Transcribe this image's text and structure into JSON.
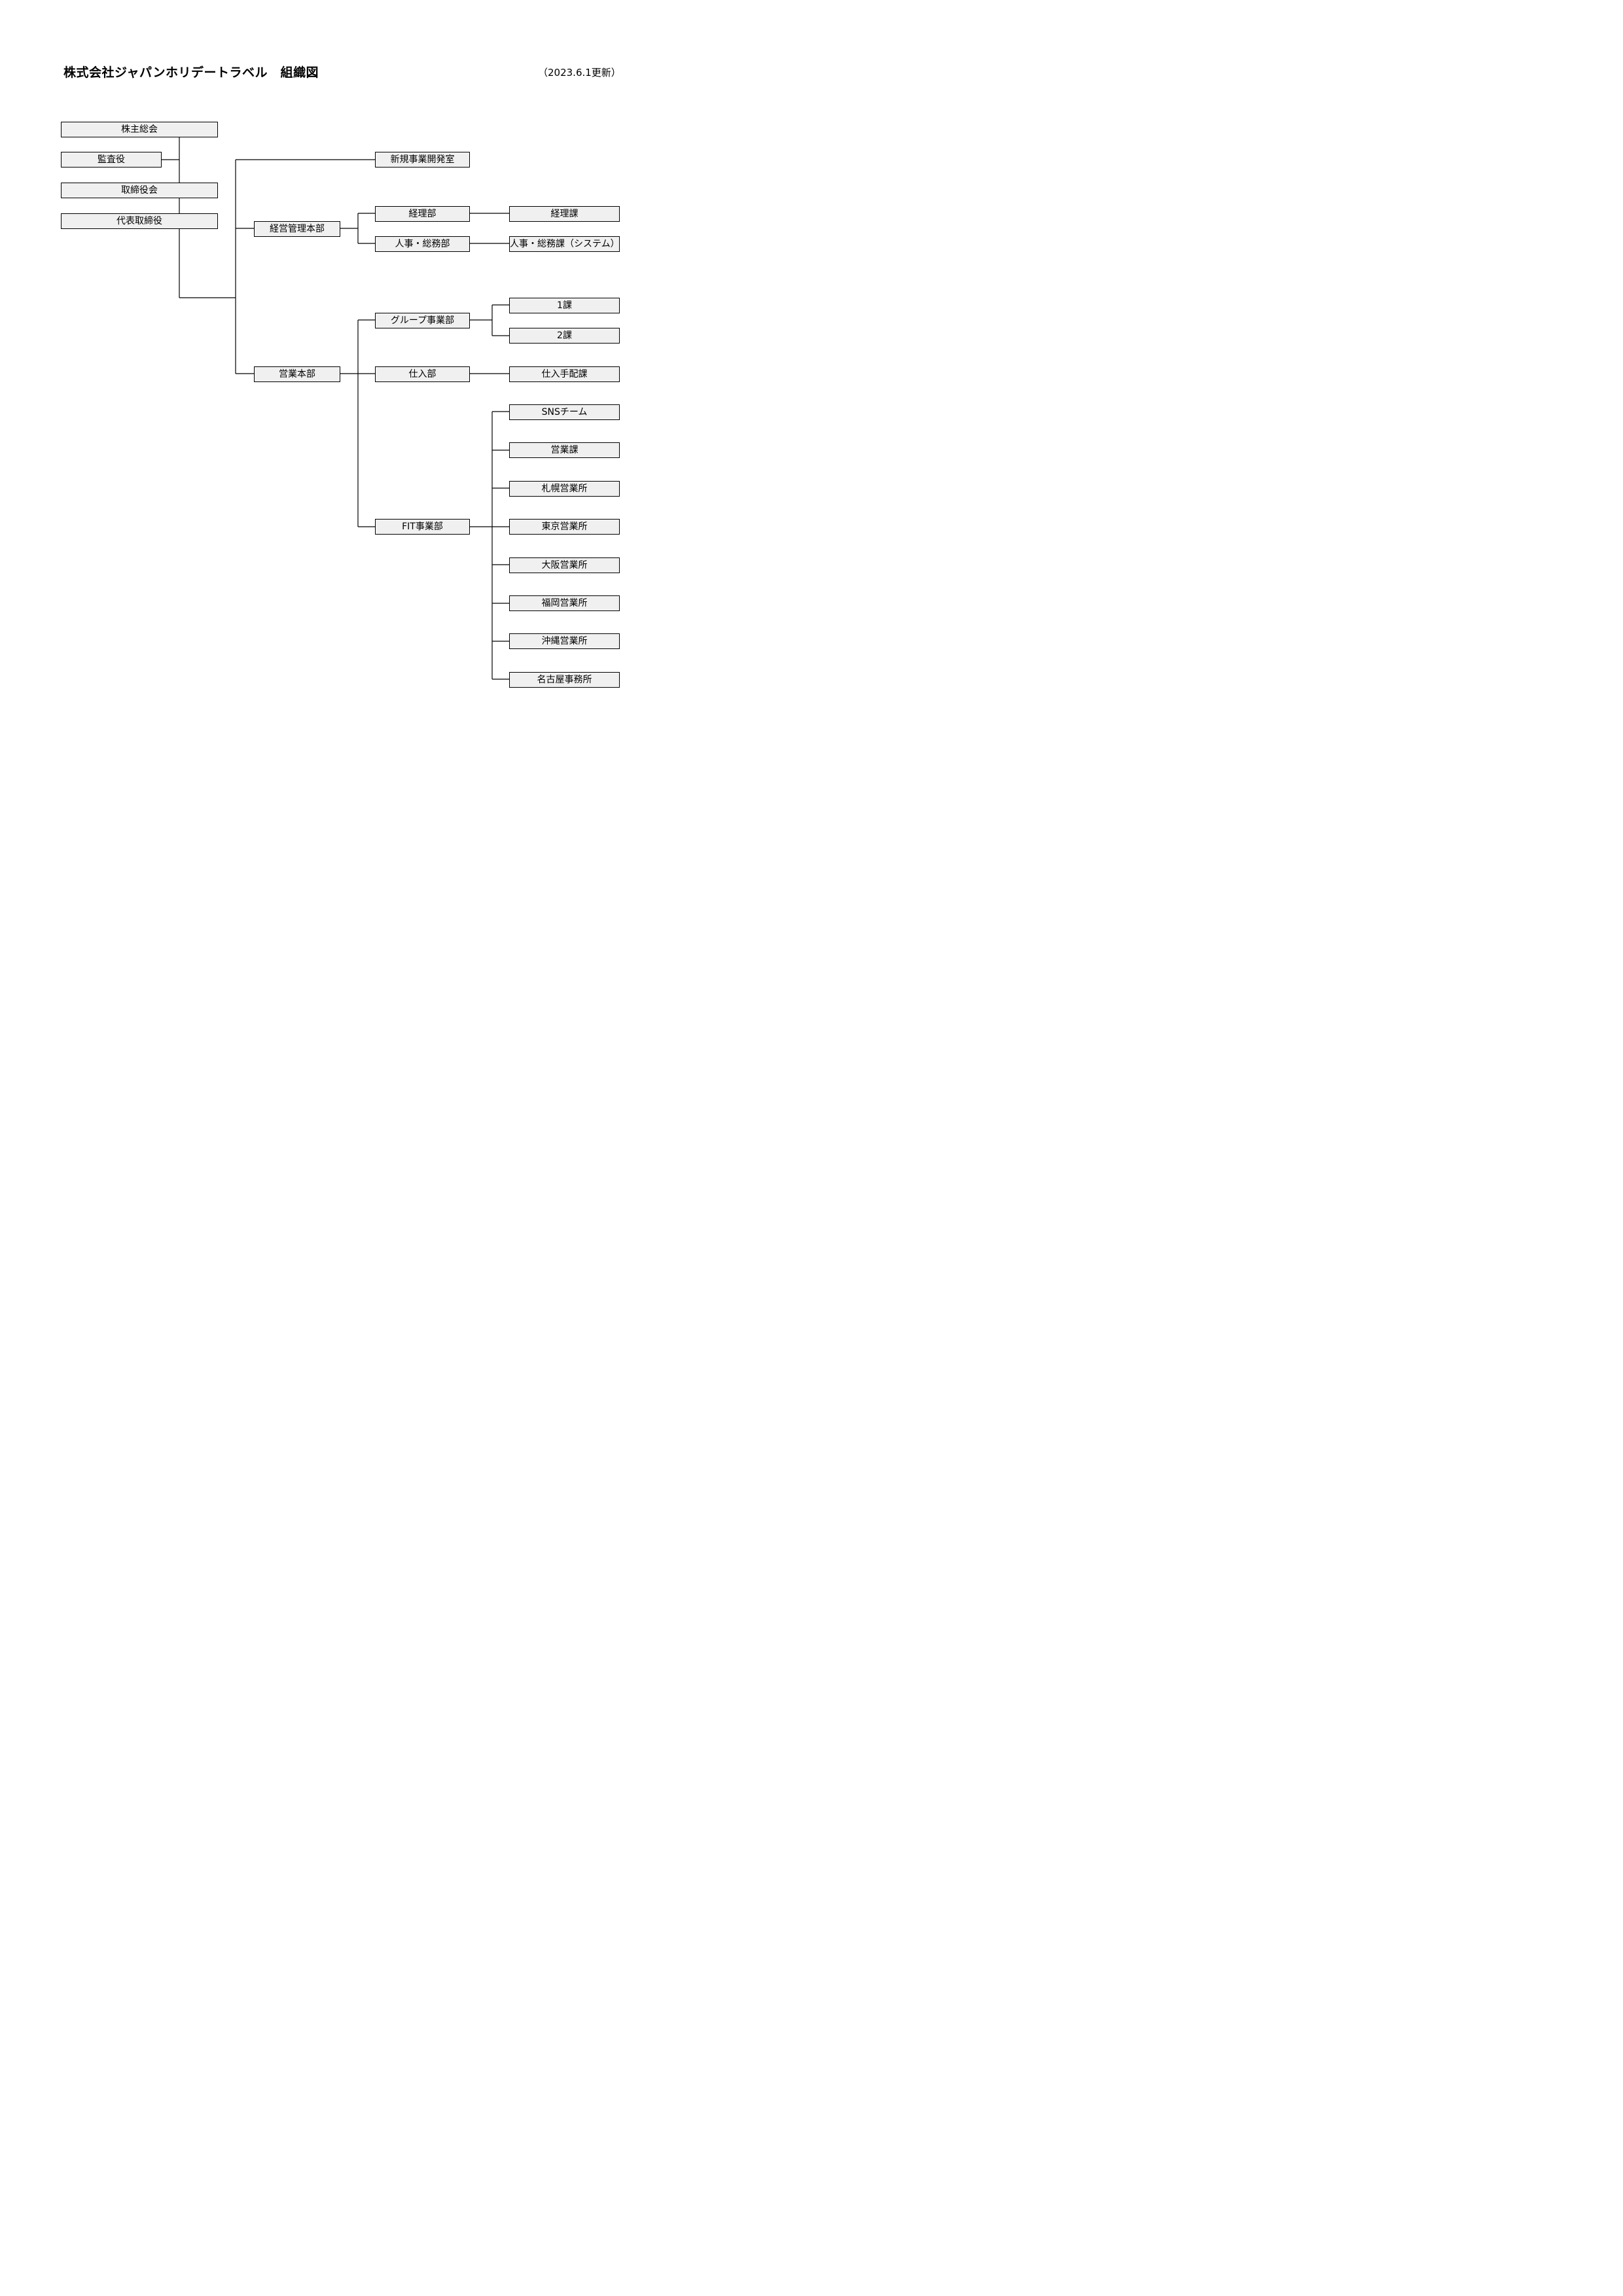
{
  "title": "株式会社ジャパンホリデートラベル　組織図",
  "updated": "（2023.6.1更新）",
  "units": {
    "shareholders": "株主総会",
    "auditor": "監査役",
    "board": "取締役会",
    "ceo": "代表取締役",
    "new_business": "新規事業開発室",
    "admin_hq": "経営管理本部",
    "accounting_dept": "経理部",
    "accounting_section": "経理課",
    "hr_dept": "人事・総務部",
    "hr_section": "人事・総務課（システム）",
    "sales_hq": "営業本部",
    "group_dept": "グループ事業部",
    "group_section_1": "1課",
    "group_section_2": "2課",
    "purchasing_dept": "仕入部",
    "purchasing_section": "仕入手配課",
    "fit_dept": "FIT事業部",
    "sns_team": "SNSチーム",
    "sales_section": "営業課",
    "sapporo": "札幌営業所",
    "tokyo": "東京営業所",
    "osaka": "大阪営業所",
    "fukuoka": "福岡営業所",
    "okinawa": "沖縄営業所",
    "nagoya": "名古屋事務所"
  }
}
